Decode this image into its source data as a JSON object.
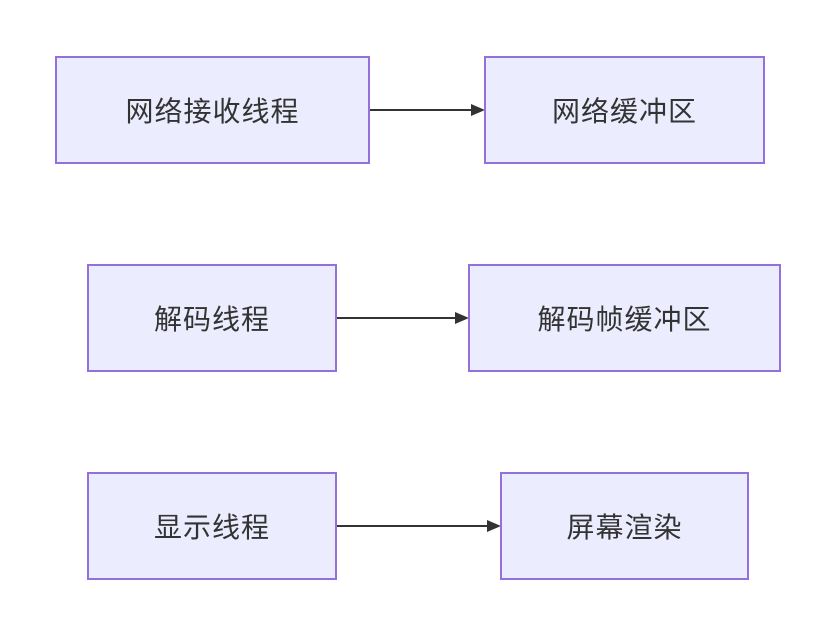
{
  "diagram": {
    "type": "flowchart",
    "direction": "left-to-right",
    "nodes": [
      {
        "id": "net_recv_thread",
        "label": "网络接收线程"
      },
      {
        "id": "net_buffer",
        "label": "网络缓冲区"
      },
      {
        "id": "decode_thread",
        "label": "解码线程"
      },
      {
        "id": "decode_frame_buffer",
        "label": "解码帧缓冲区"
      },
      {
        "id": "display_thread",
        "label": "显示线程"
      },
      {
        "id": "screen_render",
        "label": "屏幕渲染"
      }
    ],
    "edges": [
      {
        "from": "net_recv_thread",
        "to": "net_buffer"
      },
      {
        "from": "decode_thread",
        "to": "decode_frame_buffer"
      },
      {
        "from": "display_thread",
        "to": "screen_render"
      }
    ],
    "colors": {
      "node_fill": "#ECECFF",
      "node_border": "#9370DB",
      "text": "#333333",
      "edge": "#333333"
    }
  }
}
